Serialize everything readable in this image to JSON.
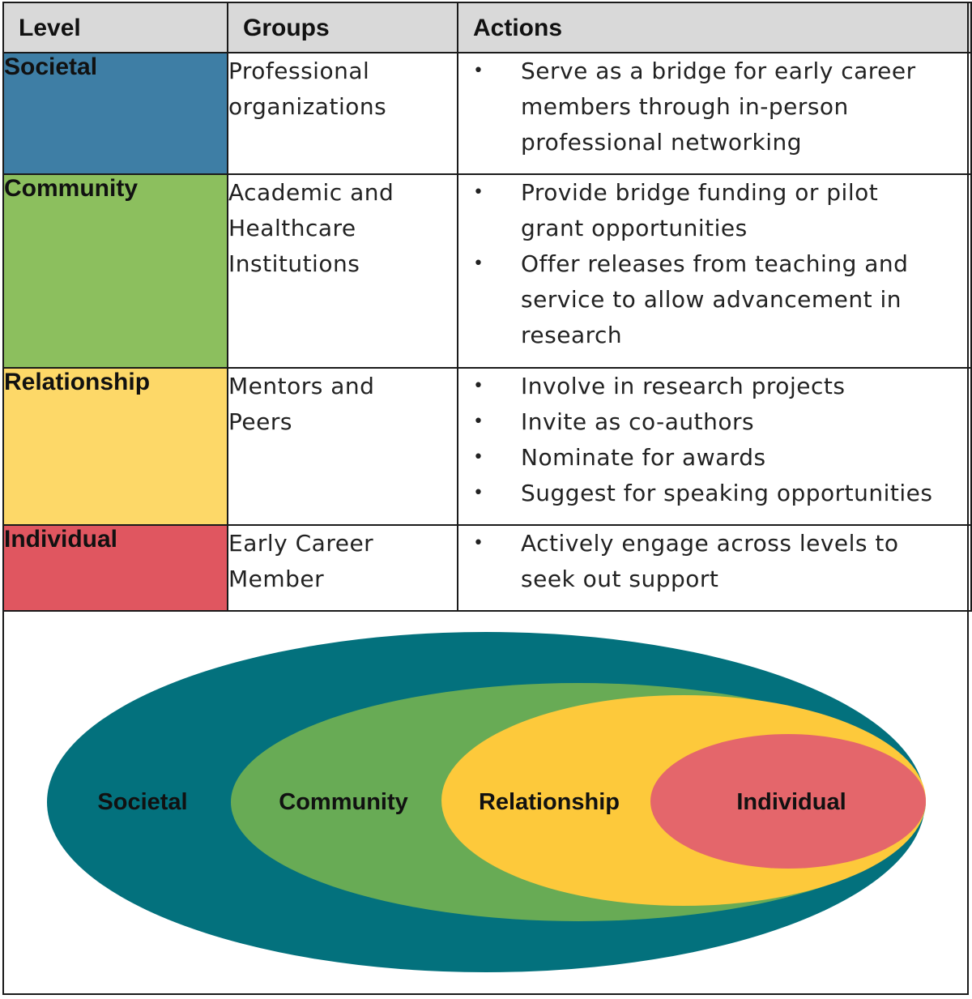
{
  "table": {
    "headers": {
      "level": "Level",
      "groups": "Groups",
      "actions": "Actions"
    },
    "rows": [
      {
        "level": "Societal",
        "color": "#3e7ea5",
        "group_lines": [
          "Professional",
          "organizations"
        ],
        "actions": [
          [
            "Serve as a bridge for early career",
            "members through in-person",
            "professional networking"
          ]
        ]
      },
      {
        "level": "Community",
        "color": "#8cbf5e",
        "group_lines": [
          "Academic and",
          "Healthcare",
          "Institutions"
        ],
        "actions": [
          [
            "Provide bridge funding or pilot",
            "grant opportunities"
          ],
          [
            "Offer releases from teaching and",
            "service to allow advancement in",
            "research"
          ]
        ]
      },
      {
        "level": "Relationship",
        "color": "#fdd868",
        "group_lines": [
          "Mentors and",
          "Peers"
        ],
        "actions": [
          [
            "Involve in research projects"
          ],
          [
            "Invite as co-authors"
          ],
          [
            "Nominate for awards"
          ],
          [
            "Suggest for speaking opportunities"
          ]
        ]
      },
      {
        "level": "Individual",
        "color": "#e05660",
        "group_lines": [
          "Early Career",
          "Member"
        ],
        "actions": [
          [
            "Actively engage across levels to",
            "seek out support"
          ]
        ]
      }
    ]
  },
  "diagram": {
    "ellipses": [
      {
        "label": "Societal",
        "color": "#03717d"
      },
      {
        "label": "Community",
        "color": "#68ab55"
      },
      {
        "label": "Relationship",
        "color": "#fdc93b"
      },
      {
        "label": "Individual",
        "color": "#e4666b"
      }
    ]
  }
}
